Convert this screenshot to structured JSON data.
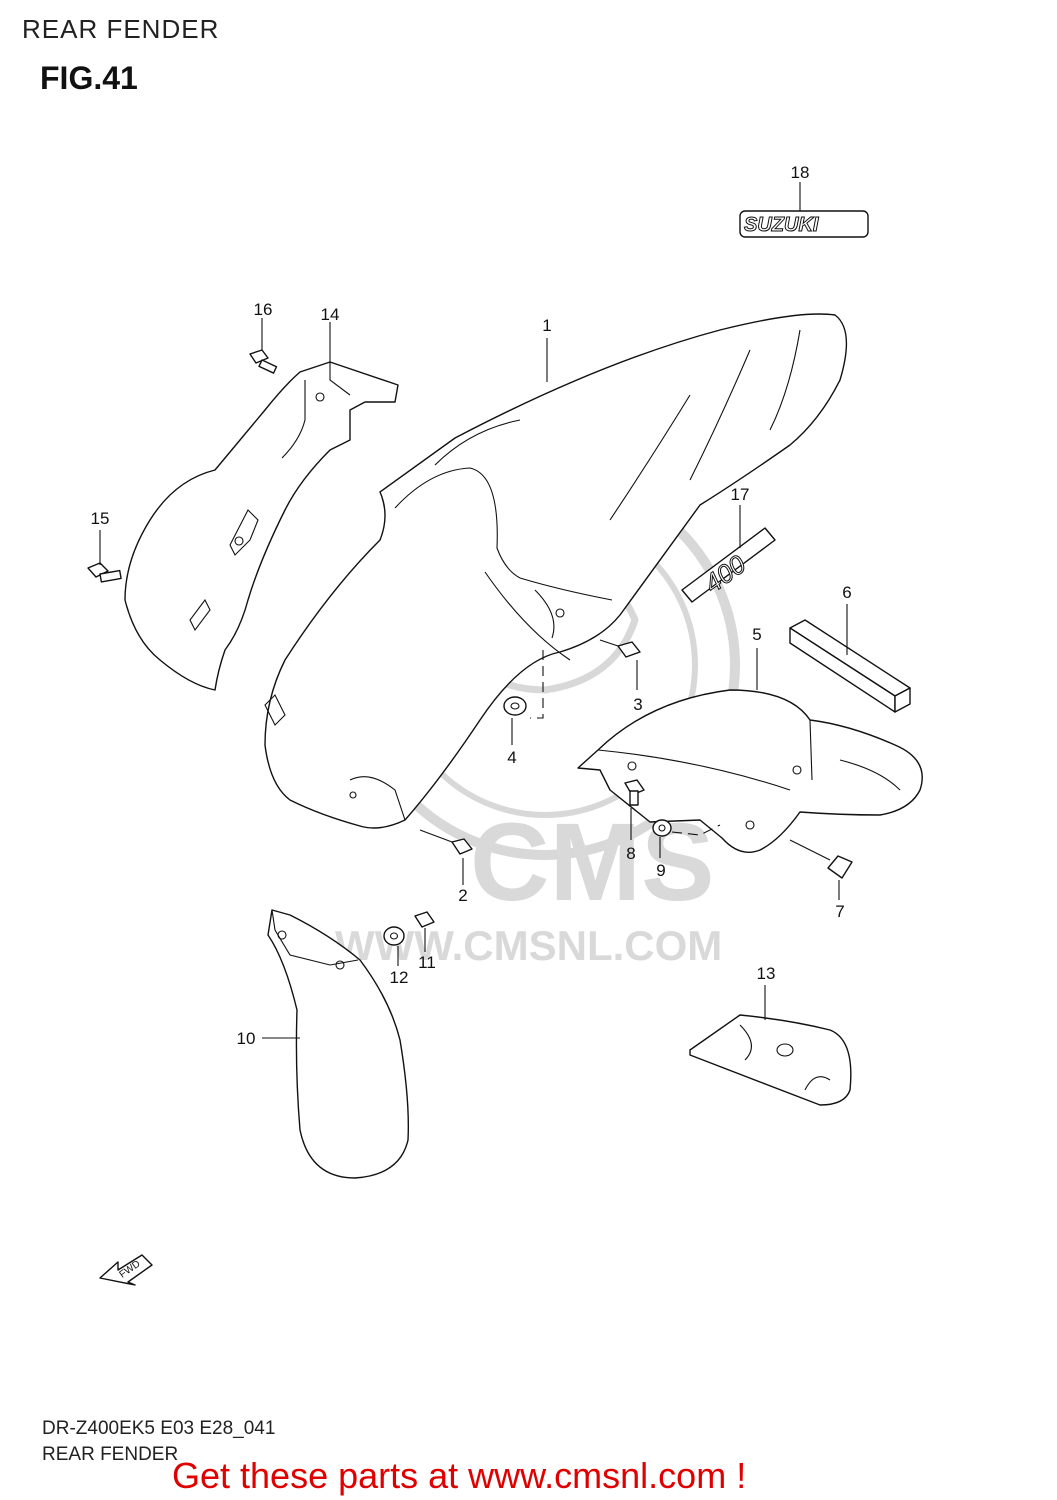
{
  "header": {
    "title": "REAR FENDER",
    "figure": "FIG.41"
  },
  "parts": [
    {
      "no": "1"
    },
    {
      "no": "2"
    },
    {
      "no": "3"
    },
    {
      "no": "4"
    },
    {
      "no": "5"
    },
    {
      "no": "6"
    },
    {
      "no": "7"
    },
    {
      "no": "8"
    },
    {
      "no": "9"
    },
    {
      "no": "10"
    },
    {
      "no": "11"
    },
    {
      "no": "12"
    },
    {
      "no": "13"
    },
    {
      "no": "14"
    },
    {
      "no": "15"
    },
    {
      "no": "16"
    },
    {
      "no": "17"
    },
    {
      "no": "18"
    }
  ],
  "emblem_text": "SUZUKI",
  "decal_text": "400",
  "direction_label": "FWD",
  "watermark": {
    "brand": "CMS",
    "url": "WWW.CMSNL.COM"
  },
  "footer": {
    "code": "DR-Z400EK5 E03 E28_041",
    "title": "REAR FENDER",
    "cta": "Get these parts at www.cmsnl.com !"
  },
  "colors": {
    "cta": "#e00000",
    "watermark": "#d8d8d8",
    "line": "#111111"
  }
}
